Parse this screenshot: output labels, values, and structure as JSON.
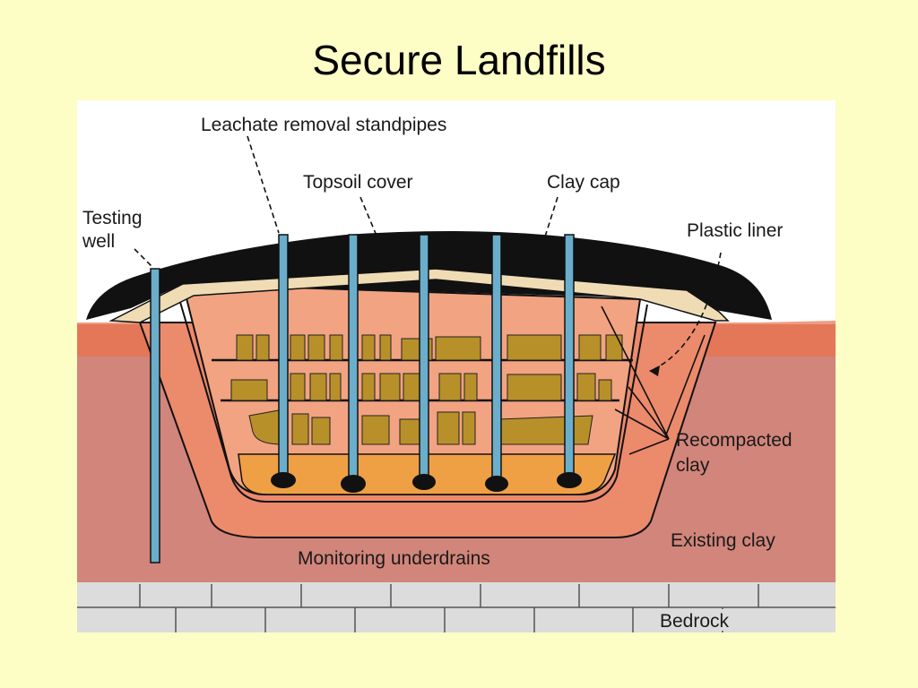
{
  "title": "Secure Landfills",
  "labels": {
    "leachate": "Leachate removal standpipes",
    "topsoil": "Topsoil cover",
    "claycap": "Clay cap",
    "testing_line1": "Testing",
    "testing_line2": "well",
    "plastic": "Plastic liner",
    "recompacted_line1": "Recompacted",
    "recompacted_line2": "clay",
    "existing": "Existing clay",
    "underdrains": "Monitoring underdrains",
    "bedrock": "Bedrock"
  },
  "colors": {
    "background": "#fdfdc6",
    "existing_clay": "#d2857a",
    "recompacted_clay": "#ec8a6c",
    "waste_cell": "#f2a382",
    "underdrain_layer": "#f0a044",
    "waste": "#b8902a",
    "topsoil": "#111111",
    "clay_cap": "#f0dcb4",
    "bedrock": "#dcdcdc",
    "pipe": "#6aaecb",
    "surface_band": "#e9704a"
  }
}
